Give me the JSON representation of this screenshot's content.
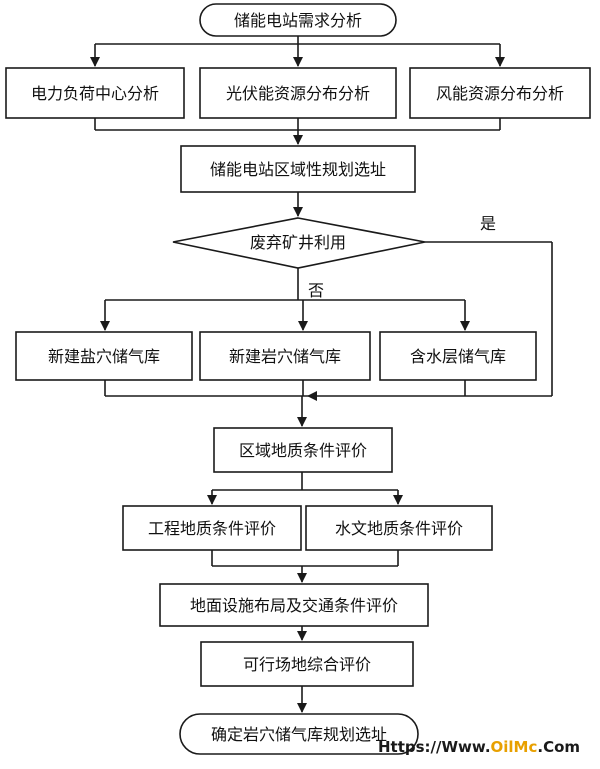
{
  "diagram": {
    "nodes": {
      "start": "储能电站需求分析",
      "load": "电力负荷中心分析",
      "pv": "光伏能资源分布分析",
      "wind": "风能资源分布分析",
      "regional": "储能电站区域性规划选址",
      "decision": "废弃矿井利用",
      "salt": "新建盐穴储气库",
      "rock": "新建岩穴储气库",
      "aquifer": "含水层储气库",
      "geo_region": "区域地质条件评价",
      "eng_geo": "工程地质条件评价",
      "hydro_geo": "水文地质条件评价",
      "layout": "地面设施布局及交通条件评价",
      "site": "可行场地综合评价",
      "end": "确定岩穴储气库规划选址"
    },
    "labels": {
      "yes": "是",
      "no": "否"
    }
  },
  "watermark": {
    "prefix": "Https://Www.",
    "brand": "OilMc",
    "suffix": ".Com",
    "colors": {
      "text": "#1a1a1a",
      "brand": "#e8a000"
    }
  },
  "colors": {
    "line": "#1a1a1a",
    "background": "#ffffff"
  }
}
